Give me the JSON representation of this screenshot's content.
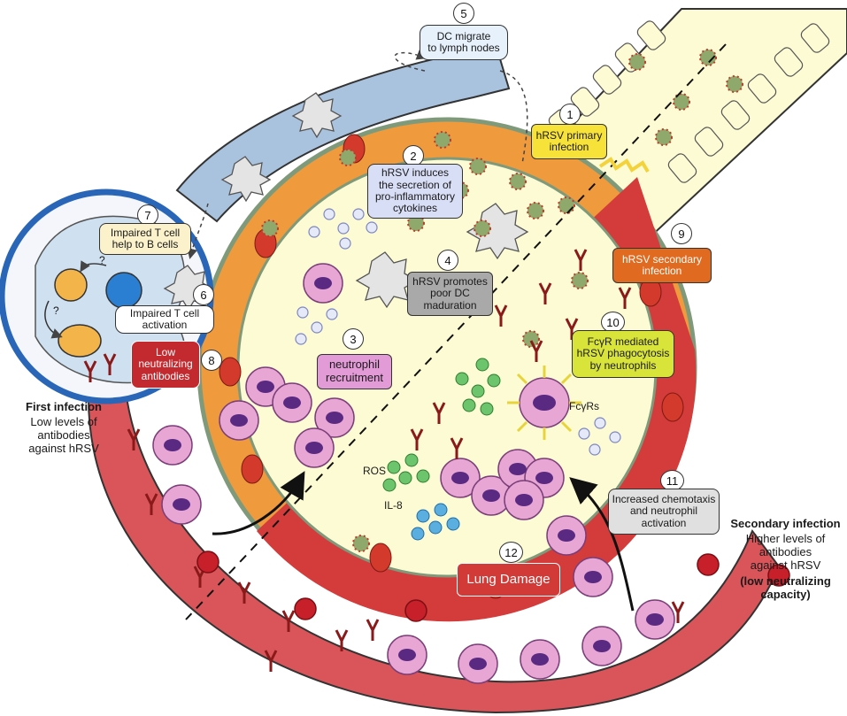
{
  "steps": [
    {
      "number": "1",
      "text": "hRSV primary\ninfection"
    },
    {
      "number": "2",
      "text": "hRSV induces\nthe secretion of\npro-inflammatory\ncytokines"
    },
    {
      "number": "3",
      "text": "neutrophil\nrecruitment"
    },
    {
      "number": "4",
      "text": "hRSV promotes\npoor DC\nmaduration"
    },
    {
      "number": "5",
      "text": "DC migrate\nto lymph nodes"
    },
    {
      "number": "6",
      "text": "Impaired  T cell\nactivation"
    },
    {
      "number": "7",
      "text": "Impaired T cell\nhelp to B cells"
    },
    {
      "number": "8",
      "text": "Low\nneutralizing\nantibodies"
    },
    {
      "number": "9",
      "text": "hRSV secondary\ninfection"
    },
    {
      "number": "10",
      "text": "FcγR mediated\nhRSV phagocytosis\nby neutrophils"
    },
    {
      "number": "11",
      "text": "Increased chemotaxis\nand neutrophil\nactivation"
    },
    {
      "number": "12",
      "text": "Lung Damage"
    }
  ],
  "labels": {
    "fcyrs": "FcγRs",
    "ros": "ROS",
    "il8": "IL-8",
    "question_mark": "?"
  },
  "first_infection": {
    "title": "First infection",
    "body": "Low levels of\nantibodies\nagainst hRSV"
  },
  "secondary_infection": {
    "title": "Secondary infection",
    "body": "Higher levels of\nantibodies\nagainst hRSV",
    "note": "(low neutralizing\ncapacity)"
  },
  "colors": {
    "alveolus_fill": "#fdfbd4",
    "epithelium_orange": "#ef9a3c",
    "epithelium_red": "#d43b3b",
    "blood_vessel": "#d9555a",
    "lymph_vessel": "#a9c3de",
    "lymph_node_border": "#2a66b8",
    "neutrophil": "#e8a6d4",
    "nucleus": "#5a2a82"
  }
}
